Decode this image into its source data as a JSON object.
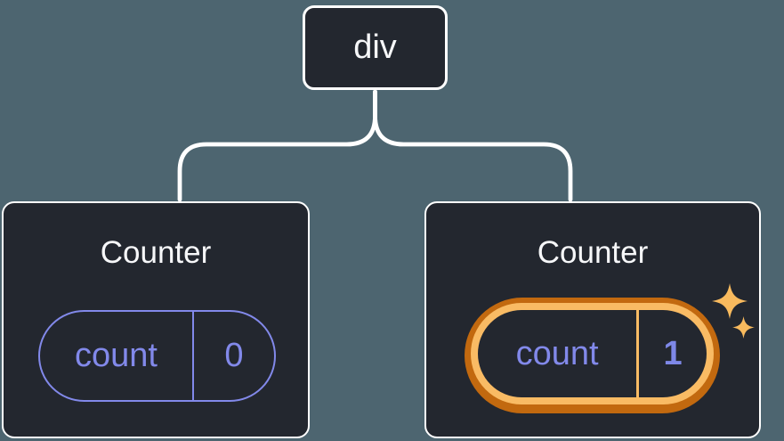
{
  "tree": {
    "root": {
      "label": "div"
    },
    "children": [
      {
        "title": "Counter",
        "state": {
          "key": "count",
          "value": "0"
        },
        "highlighted": false
      },
      {
        "title": "Counter",
        "state": {
          "key": "count",
          "value": "1"
        },
        "highlighted": true
      }
    ]
  },
  "icons": {
    "sparkle_large": "sparkle-icon",
    "sparkle_small": "sparkle-icon",
    "sparkle_glyph": "✦"
  },
  "colors": {
    "background": "#4D6570",
    "node_background": "#23272F",
    "node_border": "#FFFFFF",
    "connector_line": "#FFFFFF",
    "text_primary": "#F6F7F9",
    "state_accent": "#8289EA",
    "state_value_bold": "#7E88E8",
    "highlight_ring_outer": "#C2690F",
    "highlight_ring_inner": "#F9BB64",
    "sparkle": "#F8BA5E"
  }
}
